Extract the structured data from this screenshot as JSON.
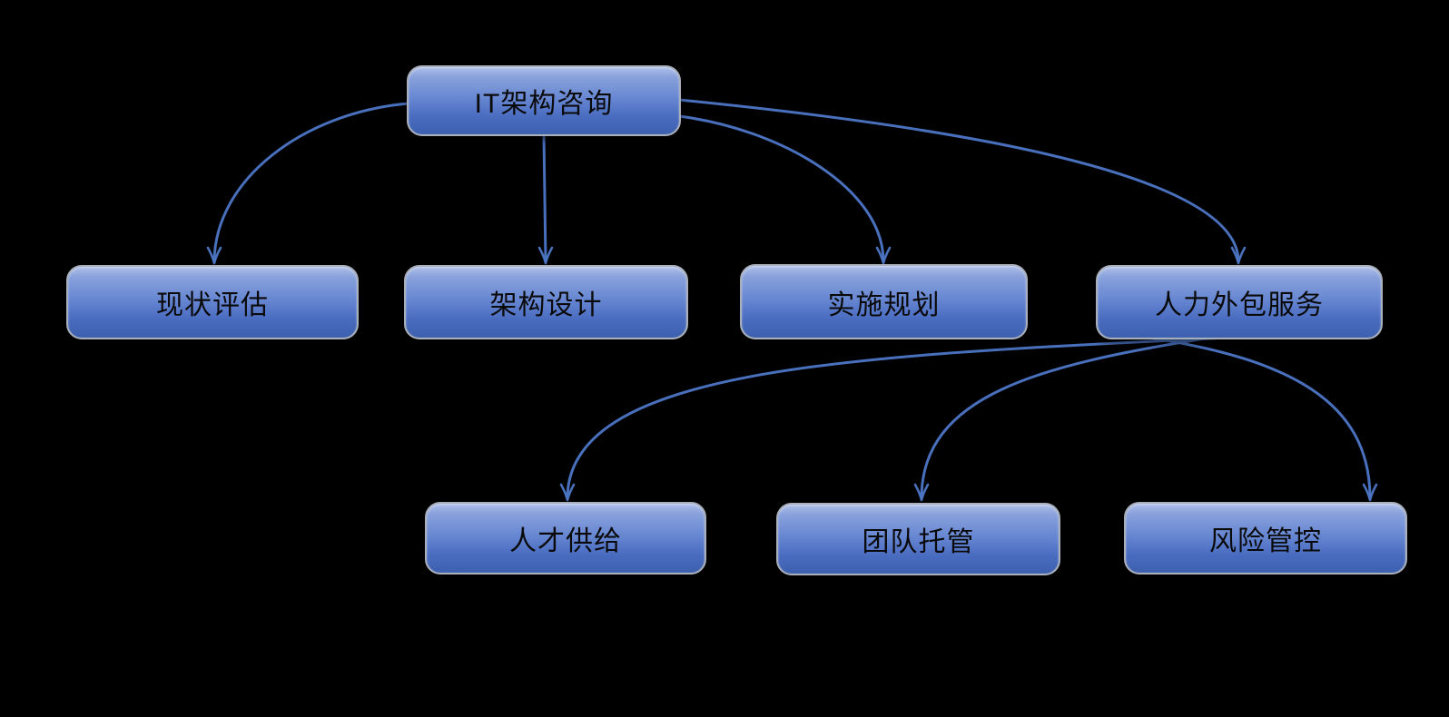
{
  "diagram": {
    "title": "IT consulting service structure mind map",
    "background_color": "#000000",
    "palette": {
      "node_gradient_top": "#AEBFE8",
      "node_gradient_mid": "#6787D2",
      "node_gradient_bottom": "#3C60AE",
      "node_border": "#AAB0BB",
      "arrow_color": "#4D76C6",
      "text_color": "#0A0A0A"
    },
    "nodes": {
      "root": {
        "label": "IT架构咨询"
      },
      "assess": {
        "label": "现状评估"
      },
      "design": {
        "label": "架构设计"
      },
      "plan": {
        "label": "实施规划"
      },
      "outsourcing": {
        "label": "人力外包服务"
      },
      "talent": {
        "label": "人才供给"
      },
      "team": {
        "label": "团队托管"
      },
      "risk": {
        "label": "风险管控"
      }
    },
    "edges": [
      {
        "from": "root",
        "to": "assess"
      },
      {
        "from": "root",
        "to": "design"
      },
      {
        "from": "root",
        "to": "plan"
      },
      {
        "from": "root",
        "to": "outsourcing"
      },
      {
        "from": "outsourcing",
        "to": "talent"
      },
      {
        "from": "outsourcing",
        "to": "team"
      },
      {
        "from": "outsourcing",
        "to": "risk"
      }
    ]
  }
}
